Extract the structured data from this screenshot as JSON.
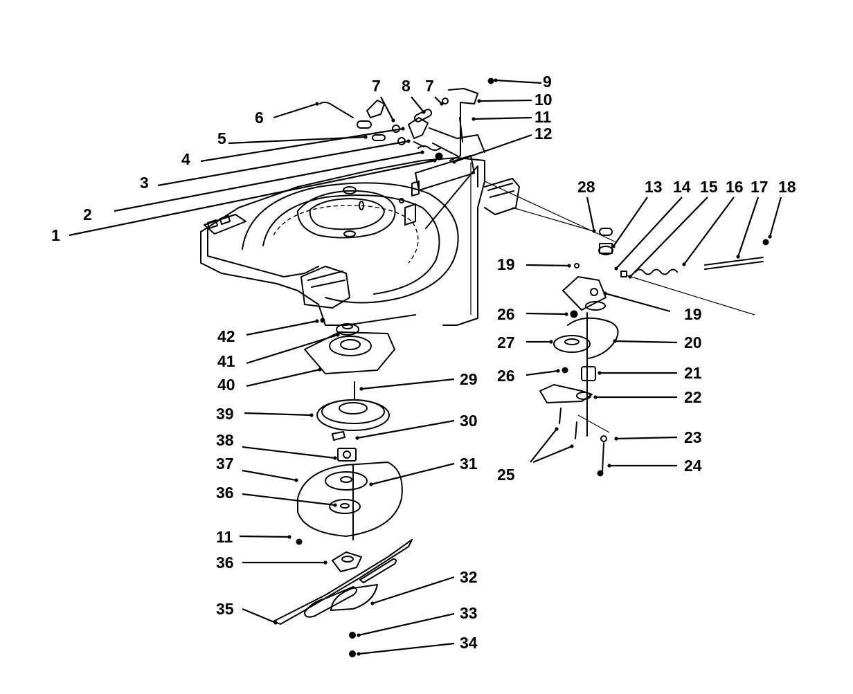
{
  "callouts": [
    {
      "id": "c1",
      "label": "1"
    },
    {
      "id": "c2",
      "label": "2"
    },
    {
      "id": "c3",
      "label": "3"
    },
    {
      "id": "c4",
      "label": "4"
    },
    {
      "id": "c5",
      "label": "5"
    },
    {
      "id": "c6",
      "label": "6"
    },
    {
      "id": "c7a",
      "label": "7"
    },
    {
      "id": "c8",
      "label": "8"
    },
    {
      "id": "c7b",
      "label": "7"
    },
    {
      "id": "c9",
      "label": "9"
    },
    {
      "id": "c10",
      "label": "10"
    },
    {
      "id": "c11a",
      "label": "11"
    },
    {
      "id": "c12",
      "label": "12"
    },
    {
      "id": "c28",
      "label": "28"
    },
    {
      "id": "c13",
      "label": "13"
    },
    {
      "id": "c14",
      "label": "14"
    },
    {
      "id": "c15",
      "label": "15"
    },
    {
      "id": "c16",
      "label": "16"
    },
    {
      "id": "c17",
      "label": "17"
    },
    {
      "id": "c18",
      "label": "18"
    },
    {
      "id": "c19a",
      "label": "19"
    },
    {
      "id": "c19b",
      "label": "19"
    },
    {
      "id": "c26a",
      "label": "26"
    },
    {
      "id": "c20",
      "label": "20"
    },
    {
      "id": "c27",
      "label": "27"
    },
    {
      "id": "c26b",
      "label": "26"
    },
    {
      "id": "c21",
      "label": "21"
    },
    {
      "id": "c22",
      "label": "22"
    },
    {
      "id": "c23",
      "label": "23"
    },
    {
      "id": "c25",
      "label": "25"
    },
    {
      "id": "c24",
      "label": "24"
    },
    {
      "id": "c42",
      "label": "42"
    },
    {
      "id": "c41",
      "label": "41"
    },
    {
      "id": "c40",
      "label": "40"
    },
    {
      "id": "c29",
      "label": "29"
    },
    {
      "id": "c39",
      "label": "39"
    },
    {
      "id": "c30",
      "label": "30"
    },
    {
      "id": "c38",
      "label": "38"
    },
    {
      "id": "c37",
      "label": "37"
    },
    {
      "id": "c31",
      "label": "31"
    },
    {
      "id": "c36a",
      "label": "36"
    },
    {
      "id": "c11b",
      "label": "11"
    },
    {
      "id": "c36b",
      "label": "36"
    },
    {
      "id": "c32",
      "label": "32"
    },
    {
      "id": "c35",
      "label": "35"
    },
    {
      "id": "c33",
      "label": "33"
    },
    {
      "id": "c34",
      "label": "34"
    }
  ]
}
